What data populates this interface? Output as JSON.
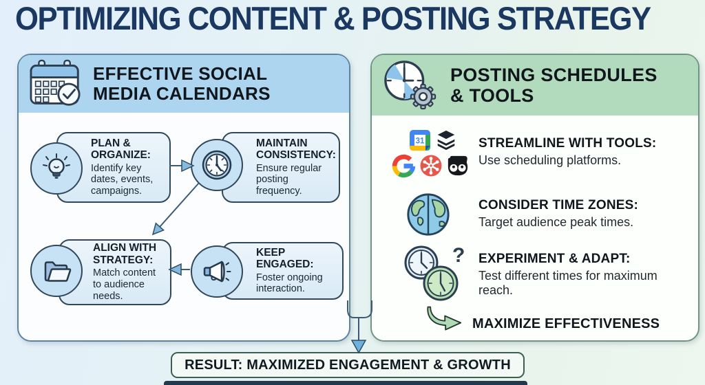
{
  "title": "OPTIMIZING CONTENT & POSTING STRATEGY",
  "left_panel": {
    "header": "EFFECTIVE SOCIAL\nMEDIA CALENDARS",
    "header_icon": "calendar-check-icon",
    "boxes": [
      {
        "icon": "lightbulb-icon",
        "title": "PLAN & ORGANIZE:",
        "description": "Identify key dates, events, campaigns."
      },
      {
        "icon": "clock-icon",
        "title": "MAINTAIN CONSISTENCY:",
        "description": "Ensure regular posting frequency."
      },
      {
        "icon": "folder-icon",
        "title": "ALIGN WITH STRATEGY:",
        "description": "Match content to audience needs."
      },
      {
        "icon": "megaphone-icon",
        "title": "KEEP ENGAGED:",
        "description": "Foster ongoing interaction."
      }
    ]
  },
  "right_panel": {
    "header": "POSTING SCHEDULES\n& TOOLS",
    "header_icon": "clock-gear-icon",
    "tool_icons": {
      "names": [
        "google-calendar-icon",
        "buffer-icon",
        "google-icon",
        "hubspot-icon",
        "hootsuite-icon"
      ],
      "google_calendar_day": "31"
    },
    "items": [
      {
        "icon": "scheduling-tool-logos",
        "title": "STREAMLINE WITH TOOLS:",
        "description": "Use scheduling platforms."
      },
      {
        "icon": "globe-icon",
        "title": "CONSIDER TIME ZONES:",
        "description": "Target audience peak times."
      },
      {
        "icon": "clocks-question-icon",
        "title": "EXPERIMENT & ADAPT:",
        "description": "Test different times for maximum reach."
      }
    ],
    "footer_label": "MAXIMIZE EFFECTIVENESS"
  },
  "result_label": "RESULT: MAXIMIZED ENGAGEMENT & GROWTH",
  "colors": {
    "title_navy": "#1a3860",
    "left_header_blue": "#aed5ef",
    "right_header_green": "#b2dabd",
    "box_fill_blue": "#e4f1fa",
    "arrow_blue": "#6fb0dc",
    "arrow_green": "#aedbb5",
    "google_blue": "#4285f4",
    "google_red": "#ea4335",
    "google_yellow": "#fbbc05",
    "google_green": "#34a853",
    "hubspot_orange": "#e4584c"
  }
}
